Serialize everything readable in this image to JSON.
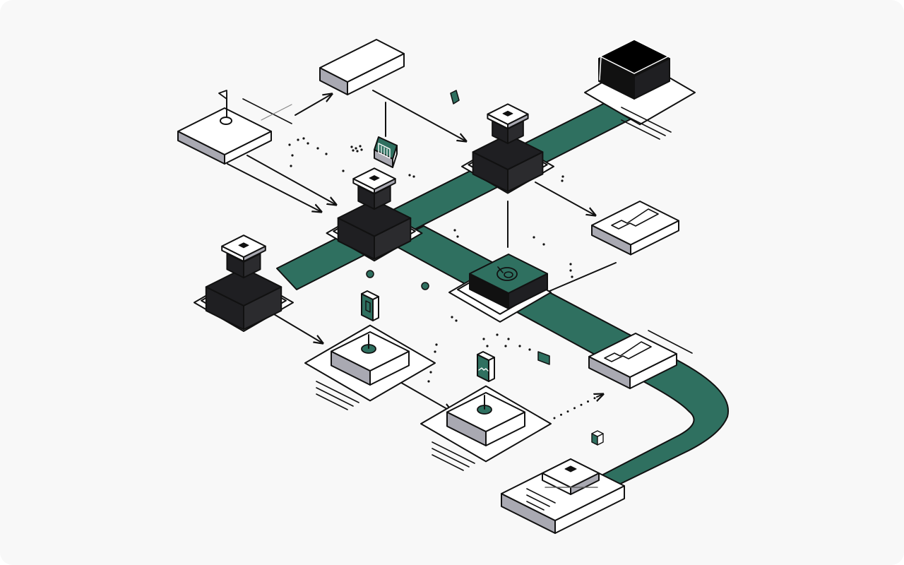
{
  "palette": {
    "background": "#f8f8f8",
    "green": "#2f7060",
    "ink": "#111111",
    "dark": "#1f1f22",
    "darkSide": "#2b2b2e",
    "grey": "#a9a9b2",
    "paper": "#ffffff"
  },
  "nodes": [
    {
      "name": "workspace-board-node",
      "type": "flat-board",
      "icon": "flag-icon"
    },
    {
      "name": "header-block-node",
      "type": "flat-block"
    },
    {
      "name": "tile-block-node",
      "type": "small-tile",
      "icon": "tile-icon"
    },
    {
      "name": "top-server-node",
      "type": "server-cube",
      "icon": "chip-icon"
    },
    {
      "name": "top-right-stack-node",
      "type": "dark-stack"
    },
    {
      "name": "central-hub-node",
      "type": "server-cube",
      "icon": "chip-icon"
    },
    {
      "name": "left-server-node",
      "type": "server-cube",
      "icon": "chip-icon"
    },
    {
      "name": "right-panel-node",
      "type": "white-panel",
      "icon": "key-slot-icon"
    },
    {
      "name": "center-hub-node",
      "type": "green-hub",
      "icon": "target-icon"
    },
    {
      "name": "flag-stand-node",
      "type": "stand",
      "icon": "sign-icon"
    },
    {
      "name": "chart-stand-node",
      "type": "stand",
      "icon": "chart-sign-icon"
    },
    {
      "name": "lower-right-panel-node",
      "type": "white-panel",
      "icon": "key-slot-icon"
    },
    {
      "name": "bottom-terminal-node",
      "type": "terminal",
      "icon": "chip-icon"
    }
  ],
  "decorations": [
    "cube-icon",
    "small-green-square-icon"
  ]
}
